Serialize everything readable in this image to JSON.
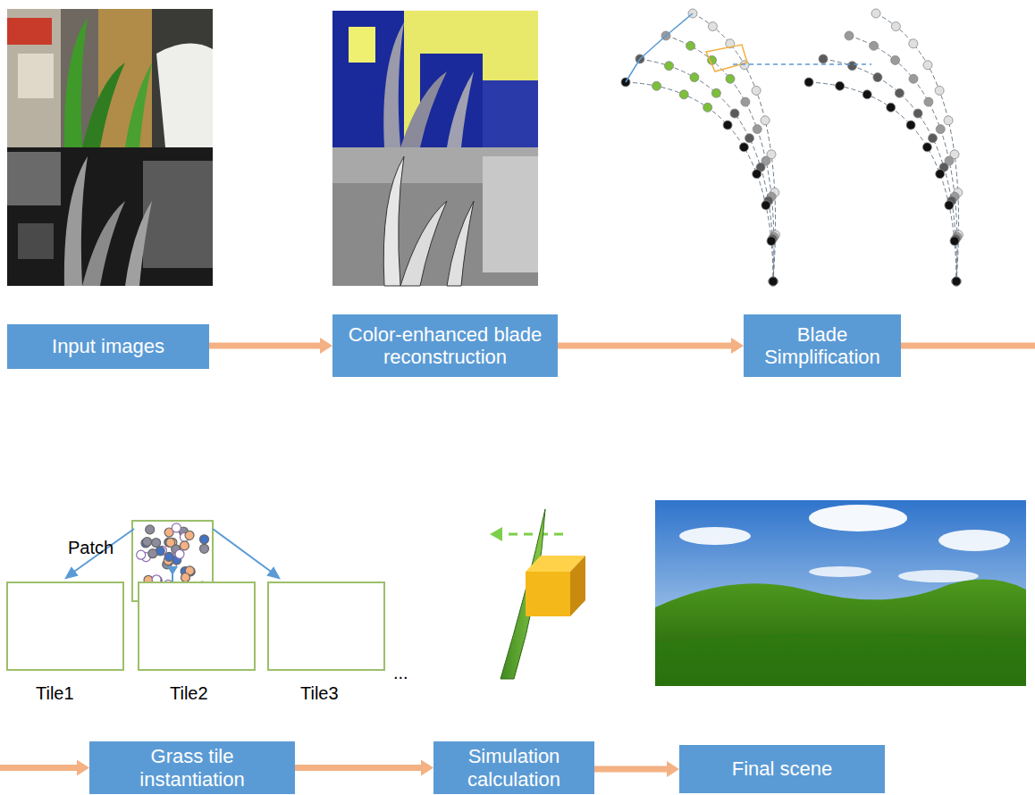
{
  "diagram": {
    "nodes": [
      {
        "text": [
          "Input images"
        ]
      },
      {
        "text": [
          "Color-enhanced blade reconstruction"
        ]
      },
      {
        "text": [
          "Blade Simplification"
        ]
      },
      {
        "text": [
          "Grass tile instantiation"
        ]
      },
      {
        "text": [
          "Simulation calculation"
        ]
      },
      {
        "text": [
          "Final scene"
        ]
      }
    ],
    "edges": [
      {
        "from": 0,
        "to": 1,
        "arrow": "to"
      },
      {
        "from": 1,
        "to": 2,
        "arrow": "to"
      },
      {
        "from": 2,
        "to": 3,
        "arrow": "to"
      },
      {
        "from": 3,
        "to": 4,
        "arrow": "to"
      },
      {
        "from": 4,
        "to": 5,
        "arrow": "to"
      }
    ],
    "labels": [
      "Patch",
      "Tile1",
      "Tile2",
      "Tile3",
      "..."
    ]
  }
}
